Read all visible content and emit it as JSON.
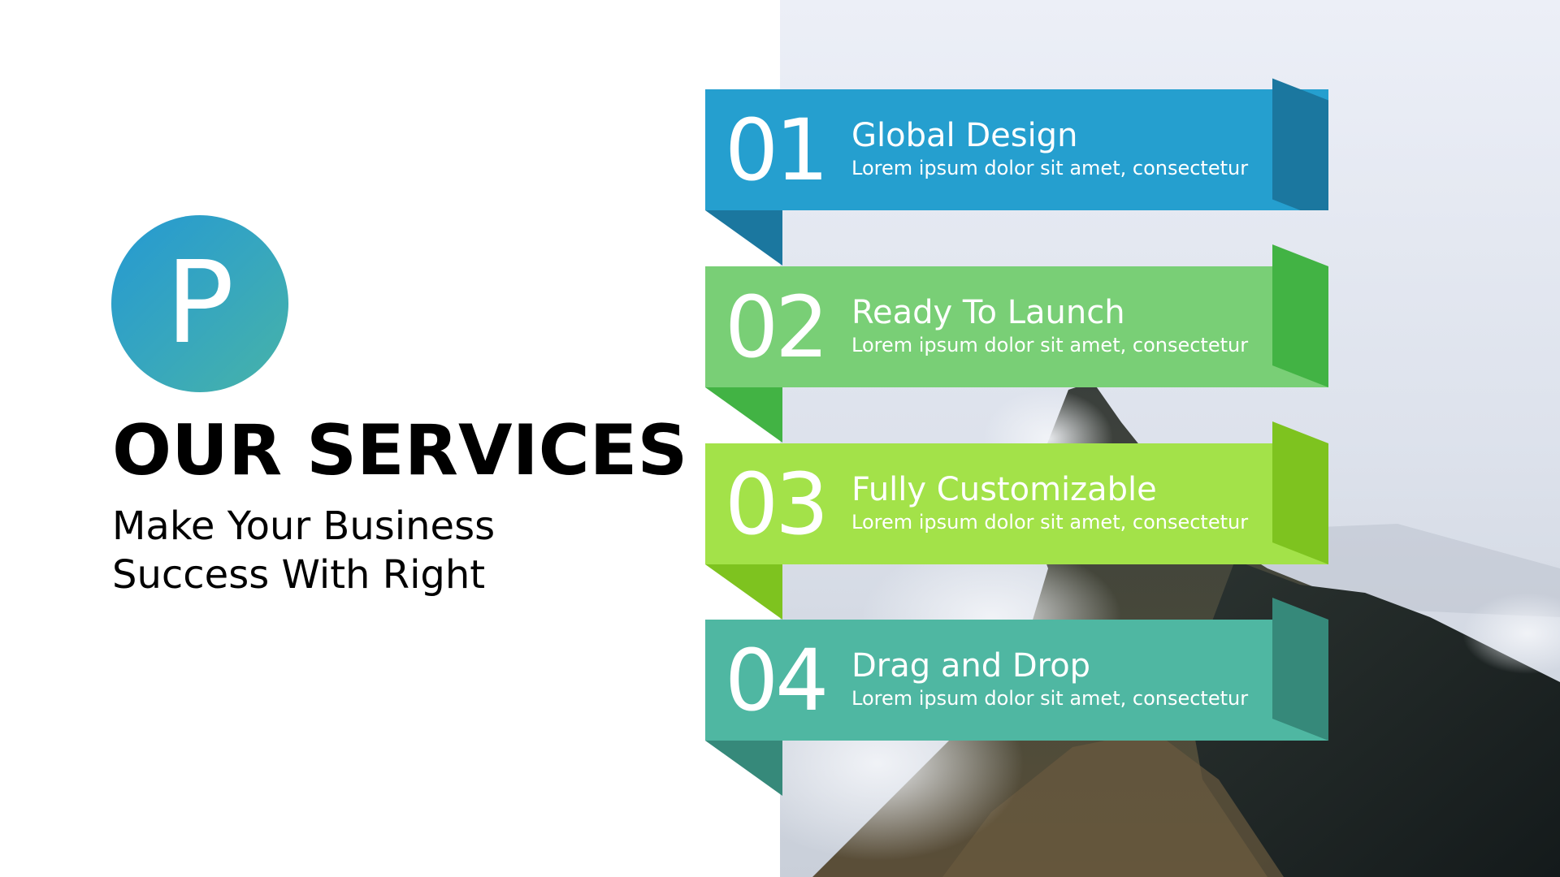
{
  "slide": {
    "logo": {
      "letter": "P",
      "gradient_start": "#2599d2",
      "gradient_end": "#47b3a8"
    },
    "title": "OUR SERVICES",
    "subtitle_lines": [
      "Make Your Business",
      "Success With Right"
    ]
  },
  "services": [
    {
      "number": "01",
      "title": "Global Design",
      "description": "Lorem ipsum dolor sit amet, consectetur",
      "color": "#259fcf",
      "fold_color": "#1b779f"
    },
    {
      "number": "02",
      "title": "Ready To Launch",
      "description": "Lorem ipsum dolor sit amet, consectetur",
      "color": "#79cf76",
      "fold_color": "#42b344"
    },
    {
      "number": "03",
      "title": "Fully Customizable",
      "description": "Lorem ipsum dolor sit amet, consectetur",
      "color": "#a3e249",
      "fold_color": "#7ec31f"
    },
    {
      "number": "04",
      "title": "Drag and Drop",
      "description": "Lorem ipsum dolor sit amet, consectetur",
      "color": "#4fb7a2",
      "fold_color": "#36897a"
    }
  ],
  "background_image": {
    "subject": "misty mountain ridge with pine trees"
  }
}
